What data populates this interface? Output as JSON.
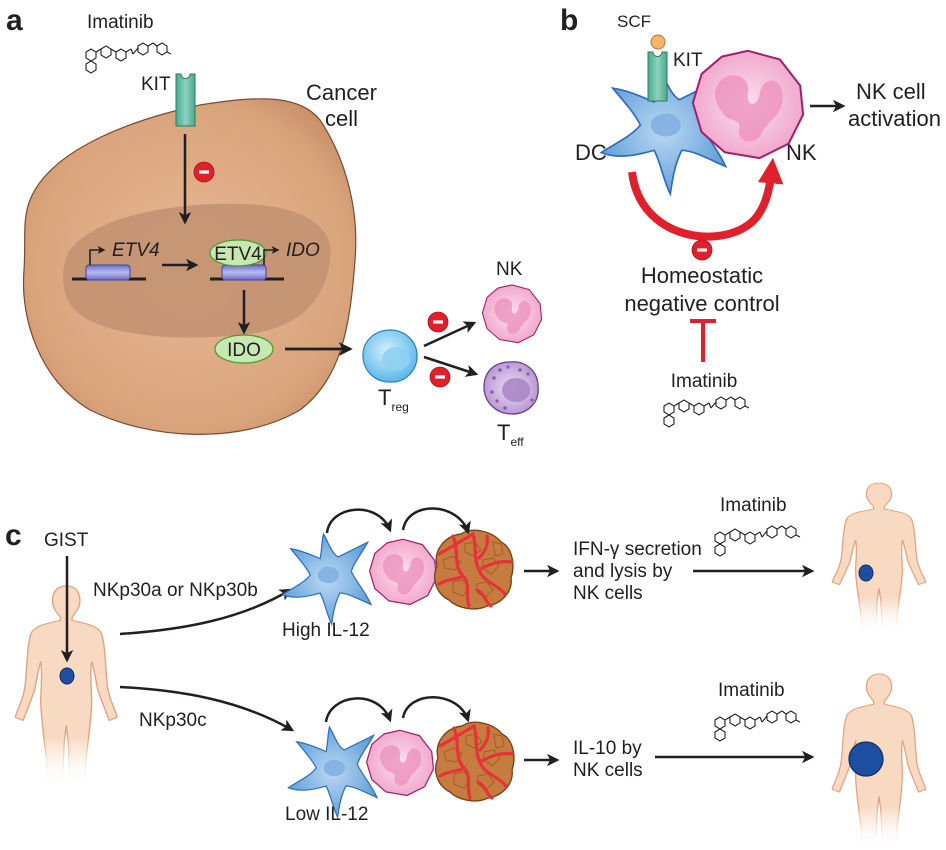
{
  "panels": {
    "a": {
      "letter": "a",
      "drug": "Imatinib",
      "receptor": "KIT",
      "cell_label_1": "Cancer",
      "cell_label_2": "cell",
      "gene_1": "ETV4",
      "protein_1": "ETV4",
      "gene_2": "IDO",
      "protein_2": "IDO",
      "treg_main": "T",
      "treg_sub": "reg",
      "nk": "NK",
      "teff_main": "T",
      "teff_sub": "eff",
      "inhibit_symbol": "−"
    },
    "b": {
      "letter": "b",
      "ligand": "SCF",
      "receptor": "KIT",
      "dc": "DC",
      "nk": "NK",
      "outcome_1": "NK cell",
      "outcome_2": "activation",
      "control_1": "Homeostatic",
      "control_2": "negative control",
      "drug": "Imatinib",
      "inhibit_symbol": "−"
    },
    "c": {
      "letter": "c",
      "tumor": "GIST",
      "path_top": "NKp30a or NKp30b",
      "path_bottom": "NKp30c",
      "top_il12": "High IL-12",
      "bottom_il12": "Low IL-12",
      "top_outcome": [
        "IFN-γ secretion",
        "and lysis by",
        "NK cells"
      ],
      "bottom_outcome": [
        "IL-10 by",
        "NK cells"
      ],
      "drug_top": "Imatinib",
      "drug_bottom": "Imatinib"
    }
  },
  "colors": {
    "cancer_cell": "#d9a47c",
    "nucleus": "#c49474",
    "kit": "#5fb8a0",
    "inhibit_red": "#e0202a",
    "dc_blue": "#6ba6dc",
    "nk_pink": "#f0a2c8",
    "treg_blue": "#7cc8ee",
    "teff_purple": "#b897cf",
    "protein_green": "#bfe3a6",
    "gene_box": "#7b7fd0",
    "tumor_brown": "#c07a40",
    "vessel_red": "#e8323a",
    "body_skin": "#f7d4b8",
    "tumor_spot": "#1d4fa0"
  }
}
